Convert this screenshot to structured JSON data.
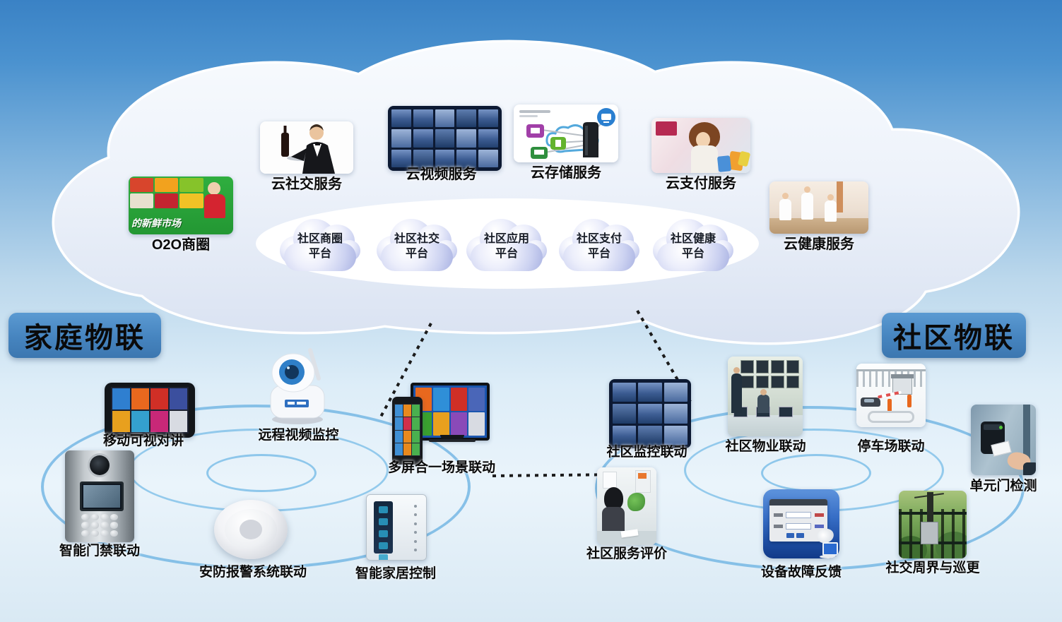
{
  "titles": {
    "home": "家庭物联",
    "community": "社区物联"
  },
  "cloud_services": [
    {
      "label": "O2O商圈",
      "photo_text": "的新鲜市场"
    },
    {
      "label": "云社交服务"
    },
    {
      "label": "云视频服务"
    },
    {
      "label": "云存储服务"
    },
    {
      "label": "云支付服务"
    },
    {
      "label": "云健康服务"
    }
  ],
  "platforms": [
    {
      "line1": "社区商圈",
      "line2": "平台"
    },
    {
      "line1": "社区社交",
      "line2": "平台"
    },
    {
      "line1": "社区应用",
      "line2": "平台"
    },
    {
      "line1": "社区支付",
      "line2": "平台"
    },
    {
      "line1": "社区健康",
      "line2": "平台"
    }
  ],
  "home_devices": [
    {
      "label": "移动可视对讲"
    },
    {
      "label": "远程视频监控"
    },
    {
      "label": "多屏合一场景联动"
    },
    {
      "label": "智能门禁联动"
    },
    {
      "label": "安防报警系统联动"
    },
    {
      "label": "智能家居控制"
    }
  ],
  "community_devices": [
    {
      "label": "社区监控联动"
    },
    {
      "label": "社区物业联动"
    },
    {
      "label": "停车场联动"
    },
    {
      "label": "单元门检测"
    },
    {
      "label": "社区服务评价"
    },
    {
      "label": "设备故障反馈"
    },
    {
      "label": "社交周界与巡更"
    }
  ],
  "colors": {
    "background_top": "#3a82c5",
    "title_box_blue": "#4684bf",
    "ring_blue": "#76b7e4",
    "bubble_lavender": "#ccd2f1",
    "connector_dash": "#1b1b1b"
  }
}
